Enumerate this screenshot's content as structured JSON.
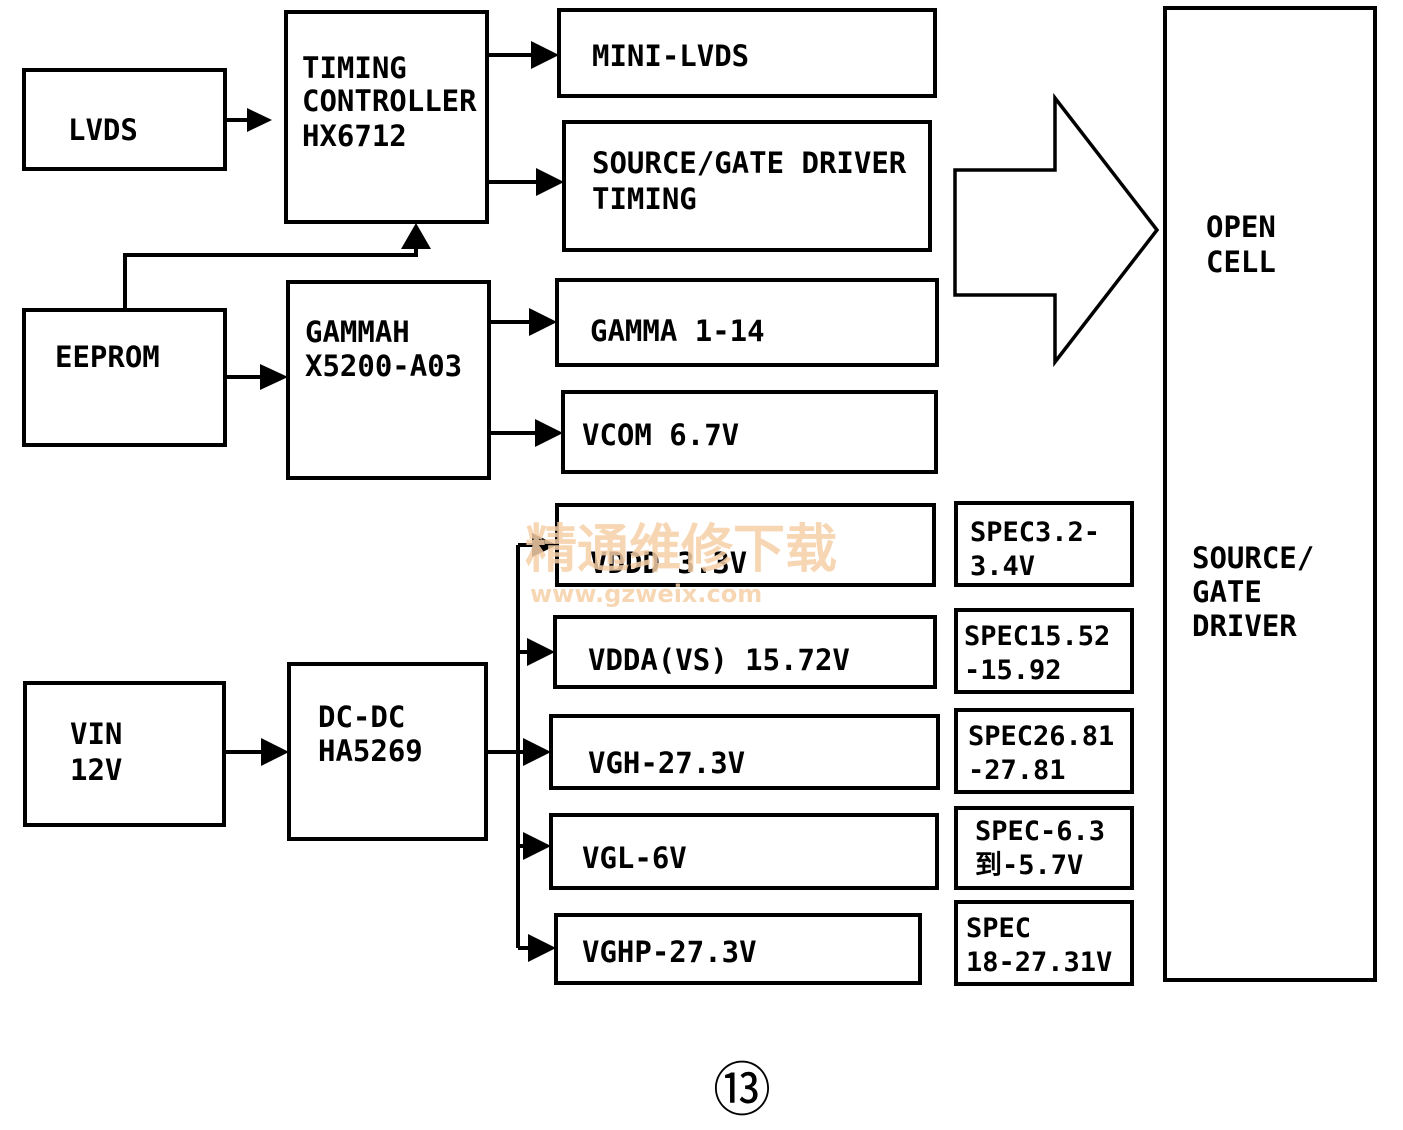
{
  "blocks": {
    "lvds": {
      "lines": [
        "LVDS"
      ]
    },
    "timing_controller": {
      "lines": [
        "TIMING",
        "CONTROLLER",
        "HX6712"
      ]
    },
    "mini_lvds": {
      "lines": [
        "MINI-LVDS"
      ]
    },
    "source_gate_timing": {
      "lines": [
        "SOURCE/GATE DRIVER",
        "TIMING"
      ]
    },
    "eeprom": {
      "lines": [
        "EEPROM"
      ]
    },
    "gamma_ic": {
      "lines": [
        "GAMMAH",
        "X5200-A03"
      ]
    },
    "gamma_out": {
      "lines": [
        "GAMMA 1-14"
      ]
    },
    "vcom": {
      "lines": [
        "VCOM 6.7V"
      ]
    },
    "vin": {
      "lines": [
        "VIN",
        "12V"
      ]
    },
    "dcdc": {
      "lines": [
        "DC-DC",
        "HA5269"
      ]
    },
    "vddd": {
      "lines": [
        "VDDD 3.3V"
      ]
    },
    "vdda": {
      "lines": [
        "VDDA(VS) 15.72V"
      ]
    },
    "vgh": {
      "lines": [
        "VGH-27.3V"
      ]
    },
    "vgl": {
      "lines": [
        "VGL-6V"
      ]
    },
    "vghp": {
      "lines": [
        "VGHP-27.3V"
      ]
    },
    "spec_vddd": {
      "lines": [
        "SPEC3.2-",
        "3.4V"
      ]
    },
    "spec_vdda": {
      "lines": [
        "SPEC15.52",
        "-15.92"
      ]
    },
    "spec_vgh": {
      "lines": [
        "SPEC26.81",
        "-27.81"
      ]
    },
    "spec_vgl": {
      "lines": [
        "SPEC-6.3",
        "到-5.7V"
      ]
    },
    "spec_vghp": {
      "lines": [
        "SPEC",
        "18-27.31V"
      ]
    },
    "open_cell": {
      "lines": [
        "OPEN",
        "CELL"
      ]
    },
    "source_gate_driver": {
      "lines": [
        "SOURCE/",
        "GATE",
        "DRIVER"
      ]
    }
  },
  "watermark": {
    "cn": "精通维修下载",
    "url": "www.gzweix.com"
  },
  "figure_number": "⑬"
}
